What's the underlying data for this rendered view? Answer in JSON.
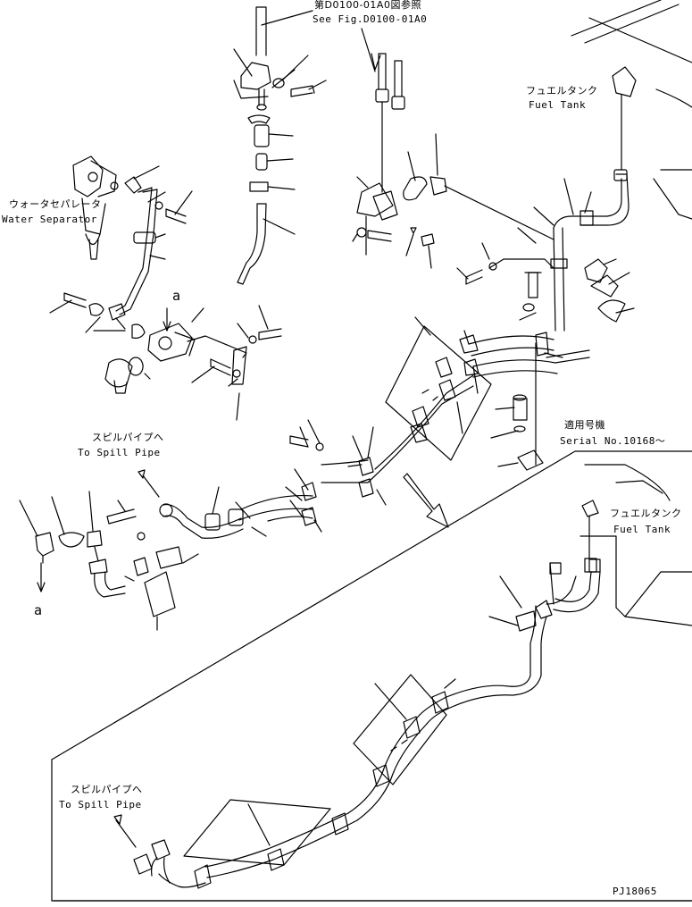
{
  "labels": {
    "see_fig_jp": "第D0100-01A0図参照",
    "see_fig_en": "See Fig.D0100-01A0",
    "fuel_tank_jp_1": "フュエルタンク",
    "fuel_tank_en_1": "Fuel Tank",
    "water_separator_jp": "ウォータセパレータ",
    "water_separator_en": "Water Separator",
    "spill_pipe_jp_1": "スピルパイプへ",
    "spill_pipe_en_1": "To Spill Pipe",
    "serial_jp": "適用号機",
    "serial_en": "Serial No.10168～",
    "fuel_tank_jp_2": "フュエルタンク",
    "fuel_tank_en_2": "Fuel Tank",
    "spill_pipe_jp_2": "スピルパイプへ",
    "spill_pipe_en_2": "To Spill Pipe",
    "marker_a_top": "a",
    "marker_a_bottom": "a",
    "drawing_code": "PJ18065"
  }
}
